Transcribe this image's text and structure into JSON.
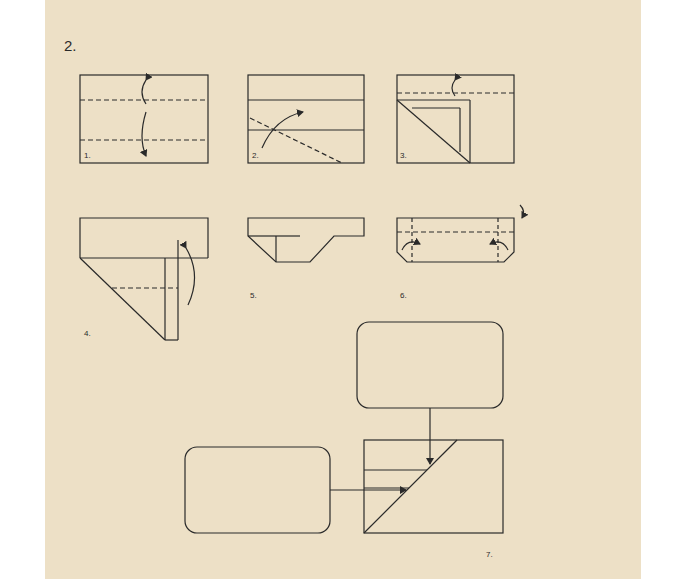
{
  "diagram": {
    "title": "2.",
    "labels": [
      "1.",
      "2.",
      "3.",
      "4.",
      "5.",
      "6.",
      "7."
    ]
  }
}
